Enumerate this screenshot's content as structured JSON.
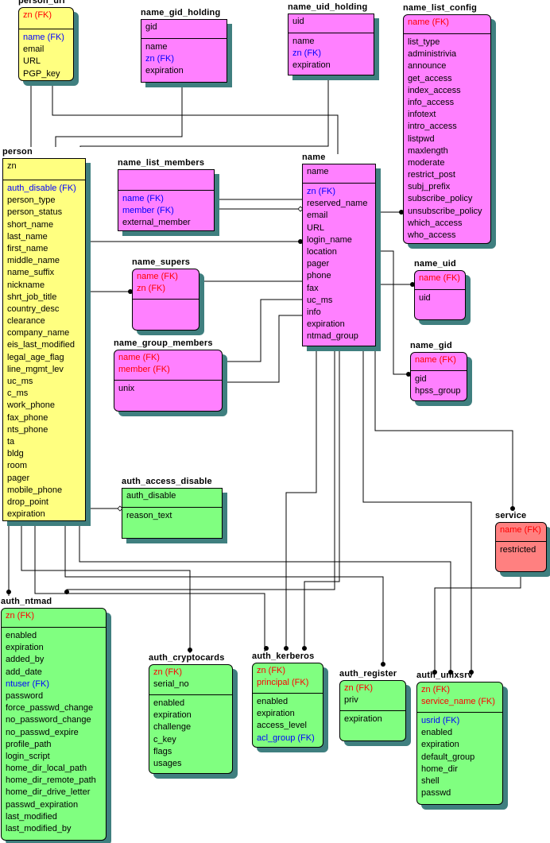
{
  "diagram": {
    "type": "entity-relationship",
    "colors": {
      "person_group": "#ffff80",
      "name_group": "#ff80ff",
      "auth_group": "#80ff80",
      "service": "#ff8080",
      "shadow": "#3f7f7f",
      "fk_key": "#ff0000",
      "fk_attr": "#0000ff"
    },
    "entities": [
      {
        "id": "person_uri",
        "title": "person_uri",
        "color": "person_group",
        "rounded": true,
        "keys": [
          {
            "text": "zn (FK)",
            "kind": "fk-pk"
          }
        ],
        "attrs": [
          {
            "text": "name (FK)",
            "kind": "fk"
          },
          {
            "text": "email",
            "kind": "plain"
          },
          {
            "text": "URL",
            "kind": "plain"
          },
          {
            "text": "PGP_key",
            "kind": "plain"
          }
        ]
      },
      {
        "id": "name_gid_holding",
        "title": "name_gid_holding",
        "color": "name_group",
        "rounded": false,
        "keys": [
          {
            "text": "gid",
            "kind": "plain"
          }
        ],
        "attrs": [
          {
            "text": "name",
            "kind": "plain"
          },
          {
            "text": "zn (FK)",
            "kind": "fk"
          },
          {
            "text": "expiration",
            "kind": "plain"
          }
        ]
      },
      {
        "id": "name_uid_holding",
        "title": "name_uid_holding",
        "color": "name_group",
        "rounded": false,
        "keys": [
          {
            "text": "uid",
            "kind": "plain"
          }
        ],
        "attrs": [
          {
            "text": "name",
            "kind": "plain"
          },
          {
            "text": "zn (FK)",
            "kind": "fk"
          },
          {
            "text": "expiration",
            "kind": "plain"
          }
        ]
      },
      {
        "id": "name_list_config",
        "title": "name_list_config",
        "color": "name_group",
        "rounded": true,
        "keys": [
          {
            "text": "name (FK)",
            "kind": "fk-pk"
          }
        ],
        "attrs": [
          {
            "text": "list_type",
            "kind": "plain"
          },
          {
            "text": "administrivia",
            "kind": "plain"
          },
          {
            "text": "announce",
            "kind": "plain"
          },
          {
            "text": "get_access",
            "kind": "plain"
          },
          {
            "text": "index_access",
            "kind": "plain"
          },
          {
            "text": "info_access",
            "kind": "plain"
          },
          {
            "text": "infotext",
            "kind": "plain"
          },
          {
            "text": "intro_access",
            "kind": "plain"
          },
          {
            "text": "listpwd",
            "kind": "plain"
          },
          {
            "text": "maxlength",
            "kind": "plain"
          },
          {
            "text": "moderate",
            "kind": "plain"
          },
          {
            "text": "restrict_post",
            "kind": "plain"
          },
          {
            "text": "subj_prefix",
            "kind": "plain"
          },
          {
            "text": "subscribe_policy",
            "kind": "plain"
          },
          {
            "text": "unsubscribe_policy",
            "kind": "plain"
          },
          {
            "text": "which_access",
            "kind": "plain"
          },
          {
            "text": "who_access",
            "kind": "plain"
          }
        ]
      },
      {
        "id": "person",
        "title": "person",
        "color": "person_group",
        "rounded": false,
        "keys": [
          {
            "text": "zn",
            "kind": "plain"
          }
        ],
        "attrs": [
          {
            "text": "auth_disable (FK)",
            "kind": "fk"
          },
          {
            "text": "person_type",
            "kind": "plain"
          },
          {
            "text": "person_status",
            "kind": "plain"
          },
          {
            "text": "short_name",
            "kind": "plain"
          },
          {
            "text": "last_name",
            "kind": "plain"
          },
          {
            "text": "first_name",
            "kind": "plain"
          },
          {
            "text": "middle_name",
            "kind": "plain"
          },
          {
            "text": "name_suffix",
            "kind": "plain"
          },
          {
            "text": "nickname",
            "kind": "plain"
          },
          {
            "text": "shrt_job_title",
            "kind": "plain"
          },
          {
            "text": "country_desc",
            "kind": "plain"
          },
          {
            "text": "clearance",
            "kind": "plain"
          },
          {
            "text": "company_name",
            "kind": "plain"
          },
          {
            "text": "eis_last_modified",
            "kind": "plain"
          },
          {
            "text": "legal_age_flag",
            "kind": "plain"
          },
          {
            "text": "line_mgmt_lev",
            "kind": "plain"
          },
          {
            "text": "uc_ms",
            "kind": "plain"
          },
          {
            "text": "c_ms",
            "kind": "plain"
          },
          {
            "text": "work_phone",
            "kind": "plain"
          },
          {
            "text": "fax_phone",
            "kind": "plain"
          },
          {
            "text": "nts_phone",
            "kind": "plain"
          },
          {
            "text": "ta",
            "kind": "plain"
          },
          {
            "text": "bldg",
            "kind": "plain"
          },
          {
            "text": "room",
            "kind": "plain"
          },
          {
            "text": "pager",
            "kind": "plain"
          },
          {
            "text": "mobile_phone",
            "kind": "plain"
          },
          {
            "text": "drop_point",
            "kind": "plain"
          },
          {
            "text": "expiration",
            "kind": "plain"
          }
        ]
      },
      {
        "id": "name_list_members",
        "title": "name_list_members",
        "color": "name_group",
        "rounded": false,
        "keys": [],
        "attrs": [
          {
            "text": "name (FK)",
            "kind": "fk"
          },
          {
            "text": "member (FK)",
            "kind": "fk"
          },
          {
            "text": "external_member",
            "kind": "plain"
          }
        ]
      },
      {
        "id": "name",
        "title": "name",
        "color": "name_group",
        "rounded": false,
        "keys": [
          {
            "text": "name",
            "kind": "plain"
          }
        ],
        "attrs": [
          {
            "text": "zn (FK)",
            "kind": "fk"
          },
          {
            "text": "reserved_name",
            "kind": "plain"
          },
          {
            "text": "email",
            "kind": "plain"
          },
          {
            "text": "URL",
            "kind": "plain"
          },
          {
            "text": "login_name",
            "kind": "plain"
          },
          {
            "text": "location",
            "kind": "plain"
          },
          {
            "text": "pager",
            "kind": "plain"
          },
          {
            "text": "phone",
            "kind": "plain"
          },
          {
            "text": "fax",
            "kind": "plain"
          },
          {
            "text": "uc_ms",
            "kind": "plain"
          },
          {
            "text": "info",
            "kind": "plain"
          },
          {
            "text": "expiration",
            "kind": "plain"
          },
          {
            "text": "ntmad_group",
            "kind": "plain"
          }
        ]
      },
      {
        "id": "name_supers",
        "title": "name_supers",
        "color": "name_group",
        "rounded": true,
        "keys": [
          {
            "text": "name (FK)",
            "kind": "fk-pk"
          },
          {
            "text": "zn (FK)",
            "kind": "fk-pk"
          }
        ],
        "attrs": []
      },
      {
        "id": "name_uid",
        "title": "name_uid",
        "color": "name_group",
        "rounded": true,
        "keys": [
          {
            "text": "name (FK)",
            "kind": "fk-pk"
          }
        ],
        "attrs": [
          {
            "text": "uid",
            "kind": "plain"
          }
        ]
      },
      {
        "id": "name_group_members",
        "title": "name_group_members",
        "color": "name_group",
        "rounded": true,
        "keys": [
          {
            "text": "name (FK)",
            "kind": "fk-pk"
          },
          {
            "text": "member (FK)",
            "kind": "fk-pk"
          }
        ],
        "attrs": [
          {
            "text": "unix",
            "kind": "plain"
          }
        ]
      },
      {
        "id": "name_gid",
        "title": "name_gid",
        "color": "name_group",
        "rounded": true,
        "keys": [
          {
            "text": "name (FK)",
            "kind": "fk-pk"
          }
        ],
        "attrs": [
          {
            "text": "gid",
            "kind": "plain"
          },
          {
            "text": "hpss_group",
            "kind": "plain"
          }
        ]
      },
      {
        "id": "auth_access_disable",
        "title": "auth_access_disable",
        "color": "auth_group",
        "rounded": false,
        "keys": [
          {
            "text": "auth_disable",
            "kind": "plain"
          }
        ],
        "attrs": [
          {
            "text": "reason_text",
            "kind": "plain"
          }
        ]
      },
      {
        "id": "service",
        "title": "service",
        "color": "service",
        "rounded": true,
        "keys": [
          {
            "text": "name (FK)",
            "kind": "fk-pk"
          }
        ],
        "attrs": [
          {
            "text": "restricted",
            "kind": "plain"
          }
        ]
      },
      {
        "id": "auth_ntmad",
        "title": "auth_ntmad",
        "color": "auth_group",
        "rounded": true,
        "keys": [
          {
            "text": "zn (FK)",
            "kind": "fk-pk"
          }
        ],
        "attrs": [
          {
            "text": "enabled",
            "kind": "plain"
          },
          {
            "text": "expiration",
            "kind": "plain"
          },
          {
            "text": "added_by",
            "kind": "plain"
          },
          {
            "text": "add_date",
            "kind": "plain"
          },
          {
            "text": "ntuser (FK)",
            "kind": "fk"
          },
          {
            "text": "password",
            "kind": "plain"
          },
          {
            "text": "force_passwd_change",
            "kind": "plain"
          },
          {
            "text": "no_password_change",
            "kind": "plain"
          },
          {
            "text": "no_passwd_expire",
            "kind": "plain"
          },
          {
            "text": "profile_path",
            "kind": "plain"
          },
          {
            "text": "login_script",
            "kind": "plain"
          },
          {
            "text": "home_dir_local_path",
            "kind": "plain"
          },
          {
            "text": "home_dir_remote_path",
            "kind": "plain"
          },
          {
            "text": "home_dir_drive_letter",
            "kind": "plain"
          },
          {
            "text": "passwd_expiration",
            "kind": "plain"
          },
          {
            "text": "last_modified",
            "kind": "plain"
          },
          {
            "text": "last_modified_by",
            "kind": "plain"
          }
        ]
      },
      {
        "id": "auth_cryptocards",
        "title": "auth_cryptocards",
        "color": "auth_group",
        "rounded": true,
        "keys": [
          {
            "text": "zn (FK)",
            "kind": "fk-pk"
          },
          {
            "text": "serial_no",
            "kind": "plain"
          }
        ],
        "attrs": [
          {
            "text": "enabled",
            "kind": "plain"
          },
          {
            "text": "expiration",
            "kind": "plain"
          },
          {
            "text": "challenge",
            "kind": "plain"
          },
          {
            "text": "c_key",
            "kind": "plain"
          },
          {
            "text": "flags",
            "kind": "plain"
          },
          {
            "text": "usages",
            "kind": "plain"
          }
        ]
      },
      {
        "id": "auth_kerberos",
        "title": "auth_kerberos",
        "color": "auth_group",
        "rounded": true,
        "keys": [
          {
            "text": "zn (FK)",
            "kind": "fk-pk"
          },
          {
            "text": "principal (FK)",
            "kind": "fk-pk"
          }
        ],
        "attrs": [
          {
            "text": "enabled",
            "kind": "plain"
          },
          {
            "text": "expiration",
            "kind": "plain"
          },
          {
            "text": "access_level",
            "kind": "plain"
          },
          {
            "text": "acl_group (FK)",
            "kind": "fk"
          }
        ]
      },
      {
        "id": "auth_register",
        "title": "auth_register",
        "color": "auth_group",
        "rounded": true,
        "keys": [
          {
            "text": "zn (FK)",
            "kind": "fk-pk"
          },
          {
            "text": "priv",
            "kind": "plain"
          }
        ],
        "attrs": [
          {
            "text": "expiration",
            "kind": "plain"
          }
        ]
      },
      {
        "id": "auth_unixsrv",
        "title": "auth_unixsrv",
        "color": "auth_group",
        "rounded": true,
        "keys": [
          {
            "text": "zn (FK)",
            "kind": "fk-pk"
          },
          {
            "text": "service_name (FK)",
            "kind": "fk-pk"
          }
        ],
        "attrs": [
          {
            "text": "usrid (FK)",
            "kind": "fk"
          },
          {
            "text": "enabled",
            "kind": "plain"
          },
          {
            "text": "expiration",
            "kind": "plain"
          },
          {
            "text": "default_group",
            "kind": "plain"
          },
          {
            "text": "home_dir",
            "kind": "plain"
          },
          {
            "text": "shell",
            "kind": "plain"
          },
          {
            "text": "passwd",
            "kind": "plain"
          }
        ]
      }
    ],
    "relationships": [
      {
        "from": "person",
        "to": "person_uri"
      },
      {
        "from": "name",
        "to": "person_uri"
      },
      {
        "from": "person",
        "to": "name_gid_holding"
      },
      {
        "from": "person",
        "to": "name_uid_holding"
      },
      {
        "from": "name",
        "to": "name_list_members"
      },
      {
        "from": "name",
        "to": "name_list_config"
      },
      {
        "from": "person",
        "to": "name"
      },
      {
        "from": "person",
        "to": "name_supers"
      },
      {
        "from": "name",
        "to": "name_supers"
      },
      {
        "from": "name",
        "to": "name_group_members"
      },
      {
        "from": "name",
        "to": "name_uid"
      },
      {
        "from": "name",
        "to": "name_gid"
      },
      {
        "from": "auth_access_disable",
        "to": "person"
      },
      {
        "from": "name",
        "to": "service"
      },
      {
        "from": "person",
        "to": "auth_ntmad"
      },
      {
        "from": "name",
        "to": "auth_ntmad"
      },
      {
        "from": "person",
        "to": "auth_cryptocards"
      },
      {
        "from": "person",
        "to": "auth_kerberos"
      },
      {
        "from": "name",
        "to": "auth_kerberos"
      },
      {
        "from": "person",
        "to": "auth_register"
      },
      {
        "from": "person",
        "to": "auth_unixsrv"
      },
      {
        "from": "service",
        "to": "auth_unixsrv"
      },
      {
        "from": "name",
        "to": "auth_unixsrv"
      }
    ]
  }
}
